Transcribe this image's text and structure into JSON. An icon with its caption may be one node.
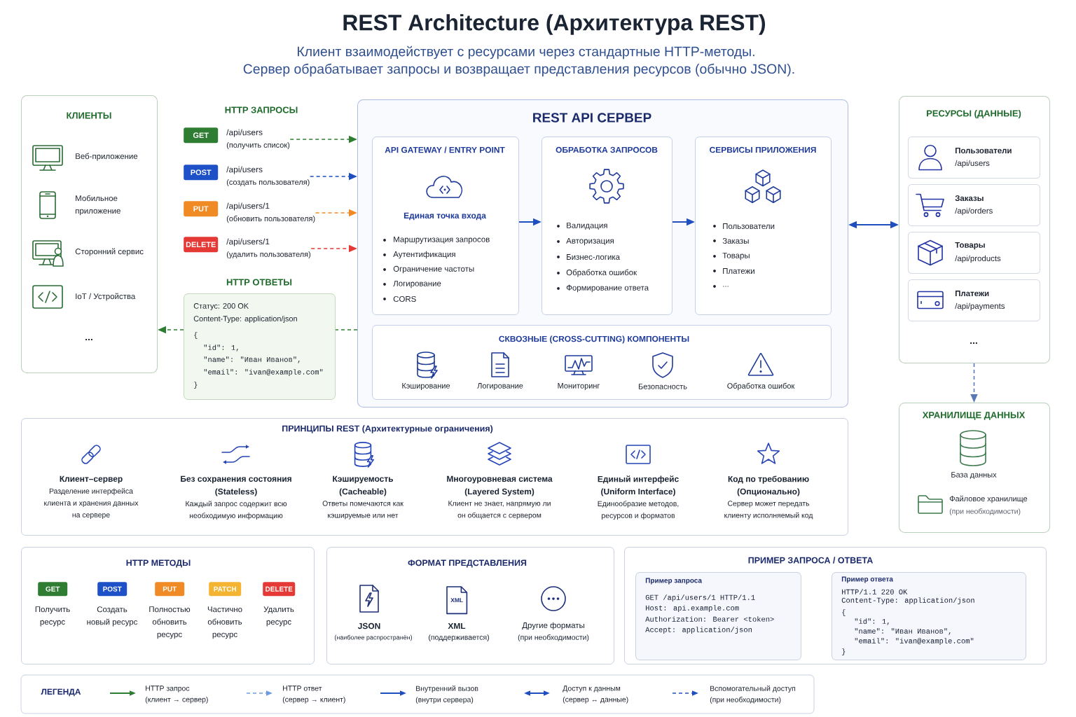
{
  "diagram": {
    "title": "REST Architecture (Архитектура REST)",
    "nodes": [
      {
        "text": [
          "КЛИЕНТЫ",
          "Веб-приложение",
          "Мобильное приложение",
          "Сторонний сервис",
          "IoT / Устройства",
          "..."
        ]
      },
      {
        "text": [
          "GET"
        ]
      },
      {
        "text": [
          "/api/users",
          "(получить список)"
        ]
      },
      {
        "text": [
          "POST"
        ]
      },
      {
        "text": [
          "/api/users",
          "(создать пользователя)"
        ]
      },
      {
        "text": [
          "PUT"
        ]
      },
      {
        "text": [
          "/api/users/1",
          "(обновить пользователя)"
        ]
      },
      {
        "text": [
          "DELETE"
        ]
      },
      {
        "text": [
          "/api/users/1",
          "(удалить пользователя)"
        ]
      },
      {
        "text": [
          "HTTP ОТВЕТЫ",
          "Статус: 200 OK",
          "Content-Type: application/json",
          "{",
          "\"id\": 1,",
          "\"name\": \"Иван Иванов\",",
          "\"email\": \"ivan@example.com\"",
          "}"
        ]
      },
      {
        "text": [
          "REST API СЕРВЕР"
        ]
      },
      {
        "text": [
          "API GATEWAY / ENTRY POINT",
          "Единая точка входа",
          "Маршрутизация запросов",
          "Аутентификация",
          "Ограничение частоты",
          "Логирование",
          "CORS"
        ],
        "in": 10
      },
      {
        "text": [
          "ОБРАБОТКА ЗАПРОСОВ",
          "Валидация",
          "Авторизация",
          "Бизнес-логика",
          "Обработка ошибок",
          "Формирование ответа"
        ],
        "in": 10
      },
      {
        "text": [
          "СЕРВИСЫ ПРИЛОЖЕНИЯ",
          "Пользователи",
          "Заказы",
          "Товары",
          "Платежи",
          "..."
        ],
        "in": 10
      },
      {
        "text": [
          "СКВОЗНЫЕ (CROSS-CUTTING) КОМПОНЕНТЫ",
          "Кэширование",
          "Логирование",
          "Мониторинг",
          "Безопасность",
          "Обработка ошибок"
        ],
        "in": 10
      },
      {
        "text": [
          "РЕСУРСЫ (ДАННЫЕ)",
          "..."
        ]
      },
      {
        "text": [
          "Пользователи",
          "/api/users"
        ],
        "in": 15
      },
      {
        "text": [
          "Заказы",
          "/api/orders"
        ],
        "in": 15
      },
      {
        "text": [
          "Товары",
          "/api/products"
        ],
        "in": 15
      },
      {
        "text": [
          "Платежи",
          "/api/payments"
        ],
        "in": 15
      },
      {
        "text": [
          "ХРАНИЛИЩЕ ДАННЫХ",
          "База данных",
          "Файловое хранилище",
          "(при необходимости)"
        ]
      },
      {
        "text": [
          "ПРИНЦИПЫ REST (Архитектурные ограничения)",
          "Клиент–сервер",
          "Разделение интерфейса клиента и хранения данных на сервере",
          "Без сохранения состояния",
          "(Stateless)",
          "Каждый запрос содержит всю необходимую информацию",
          "Кэшируемость",
          "(Cacheable)",
          "Ответы помечаются как кэшируемые или нет",
          "Многоуровневая система",
          "(Layered System)",
          "Клиент не знает, напрямую ли он общается с сервером",
          "Единый интерфейс",
          "(Uniform Interface)",
          "Единообразие методов, ресурсов и форматов",
          "Код по требованию",
          "(Опционально)",
          "Сервер может передать клиенту исполняемый код"
        ]
      },
      {
        "text": [
          "HTTP МЕТОДЫ"
        ]
      },
      {
        "text": [
          "GET"
        ],
        "in": 22,
        "beside": [
          "Получить ресурс"
        ]
      },
      {
        "text": [
          "POST"
        ],
        "in": 22,
        "beside": [
          "Создать новый ресурс"
        ]
      },
      {
        "text": [
          "PUT"
        ],
        "in": 22,
        "beside": [
          "Полностью обновить ресурс"
        ]
      },
      {
        "text": [
          "PATCH"
        ],
        "in": 22,
        "beside": [
          "Частично обновить ресурс"
        ]
      },
      {
        "text": [
          "DELETE"
        ],
        "in": 22,
        "beside": [
          "Удалить ресурс"
        ]
      },
      {
        "text": [
          "ФОРМАТ ПРЕДСТАВЛЕНИЯ",
          "JSON",
          "(наиболее распространён)",
          "XML",
          "(поддерживается)",
          "Другие форматы",
          "(при необходимости)"
        ]
      },
      {
        "text": [
          "XML"
        ],
        "in": 28
      },
      {
        "text": [
          "ПРИМЕР ЗАПРОСА / ОТВЕТА"
        ]
      },
      {
        "text": [
          "Пример запроса",
          "GET /api/users/1 HTTP/1.1",
          "Host: api.example.com",
          "Authorization: Bearer <token>",
          "Accept: application/json"
        ],
        "in": 30
      },
      {
        "text": [
          "Пример ответа",
          "HTTP/1.1 220 OK",
          "Content-Type: application/json",
          "{",
          "\"id\": 1,",
          "\"name\": \"Иван Иванов\",",
          "\"email\": \"ivan@example.com\"",
          "}"
        ],
        "in": 30
      }
    ],
    "edges": [
      {
        "from": 2,
        "to": 10,
        "arrow": "to",
        "style": "dashed",
        "color": "#2e7d32"
      },
      {
        "from": 4,
        "to": 10,
        "arrow": "to",
        "style": "dashed"
      },
      {
        "from": 6,
        "to": 10,
        "arrow": "to",
        "style": "dashed",
        "color": "#f08a24"
      },
      {
        "from": 8,
        "to": 10,
        "arrow": "to",
        "style": "dashed",
        "color": "#e53935"
      },
      {
        "from": 10,
        "to": 9,
        "arrow": "none",
        "style": "dashed",
        "color": "#2e7d32"
      },
      {
        "from": 9,
        "to": 0,
        "arrow": "to",
        "style": "dashed",
        "color": "#2e7d32"
      },
      {
        "from": 11,
        "to": 12,
        "arrow": "to"
      },
      {
        "from": 12,
        "to": 13,
        "arrow": "to"
      },
      {
        "from": 10,
        "to": 15,
        "arrow": "both"
      },
      {
        "from": 15,
        "to": 20,
        "arrow": "to",
        "style": "dashed",
        "color": "#5a78b8"
      }
    ],
    "labels": [
      "Клиент взаимодействует с ресурсами через стандартные HTTP-методы.",
      "Сервер обрабатывает запросы и возвращает представления ресурсов (обычно JSON).",
      "HTTP ЗАПРОСЫ",
      "ЛЕГЕНДА"
    ],
    "legend": [
      {
        "text": "HTTP запрос (клиент → сервер)"
      },
      {
        "text": "HTTP ответ (сервер → клиент)"
      },
      {
        "text": "Внутренний вызов (внутри сервера)"
      },
      {
        "text": "Доступ к данным (сервер ↔ данные)"
      },
      {
        "text": "Вспомогательный доступ (при необходимости)"
      }
    ]
  }
}
